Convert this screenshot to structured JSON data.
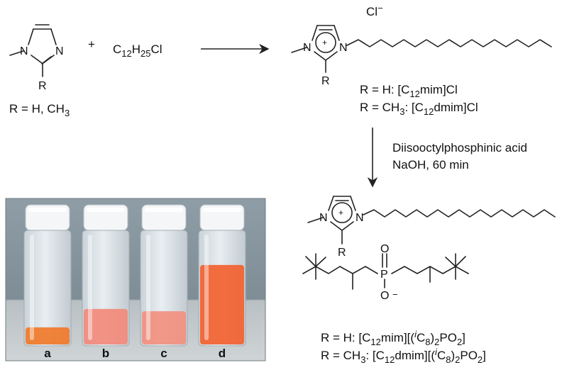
{
  "reactants": {
    "imidazole": {
      "n1": "N",
      "n3": "N",
      "r": "R"
    },
    "r_def": {
      "pre": "R = H, CH",
      "sub": "3"
    },
    "plus": "+",
    "alkyl": {
      "c": "C",
      "s1": "12",
      "h": "H",
      "s2": "25",
      "cl": "Cl"
    }
  },
  "product1": {
    "anion": "Cl",
    "anion_charge": "−",
    "n1": "N",
    "n3": "N",
    "plus": "+",
    "r": "R",
    "labels": [
      {
        "pre": "R = H: [C",
        "sub": "12",
        "post": "mim]Cl"
      },
      {
        "pre": "R = CH",
        "sub0": "3",
        "mid": ": [C",
        "sub": "12",
        "post": "dmim]Cl"
      }
    ]
  },
  "conditions": {
    "line1": "Diisooctylphosphinic acid",
    "line2": "NaOH, 60 min"
  },
  "product2": {
    "n1": "N",
    "n3": "N",
    "plus": "+",
    "r": "R",
    "p": "P",
    "o_top": "O",
    "o_bottom": "O",
    "o_charge": "−",
    "labels": [
      {
        "pre": "R = H: [C",
        "sub": "12",
        "mid": "mim][(",
        "sup": "i",
        "c": "C",
        "sub2": "8",
        "post": ")",
        "sub3": "2",
        "post2": "PO",
        "sub4": "2",
        "end": "]"
      },
      {
        "pre": "R = CH",
        "sub0": "3",
        "mid0": ": [C",
        "sub": "12",
        "mid": "dmim][(",
        "sup": "i",
        "c": "C",
        "sub2": "8",
        "post": ")",
        "sub3": "2",
        "post2": "PO",
        "sub4": "2",
        "end": "]"
      }
    ]
  },
  "photo": {
    "vials": [
      {
        "label": "a",
        "color": "#f07a2a",
        "level": 0.16
      },
      {
        "label": "b",
        "color": "#f28a7c",
        "level": 0.32
      },
      {
        "label": "c",
        "color": "#f29080",
        "level": 0.3
      },
      {
        "label": "d",
        "color": "#f2622f",
        "level": 0.7
      }
    ]
  }
}
